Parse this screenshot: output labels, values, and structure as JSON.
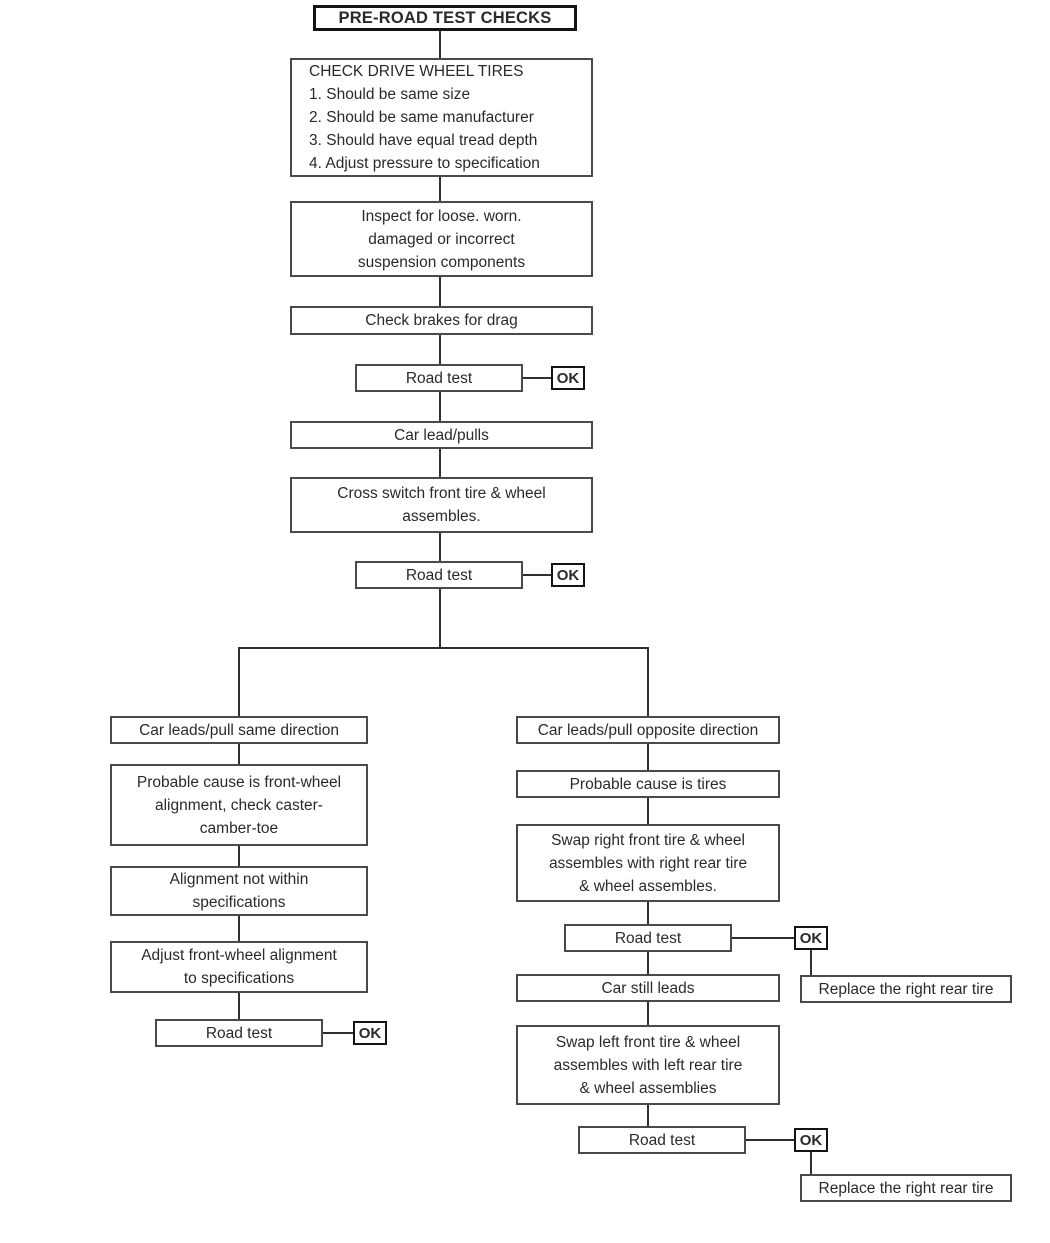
{
  "flowchart": {
    "title": "PRE-ROAD TEST CHECKS",
    "colors": {
      "background": "#ffffff",
      "line": "#2f2f2f",
      "box_border": "#4a4a4a",
      "emphasis_border": "#141414",
      "text": "#2a2a2a"
    },
    "nodes": {
      "check_tires": "CHECK DRIVE WHEEL TIRES\n1. Should be same size\n2. Should be same manufacturer\n3. Should have equal tread depth\n4. Adjust pressure to specification",
      "inspect_suspension": "Inspect for loose. worn.\ndamaged or incorrect\nsuspension components",
      "check_brakes": "Check brakes for drag",
      "road_test_1": "Road test",
      "ok_1": "OK",
      "car_lead_pulls": "Car lead/pulls",
      "cross_switch": "Cross switch front tire & wheel\nassembles.",
      "road_test_2": "Road test",
      "ok_2": "OK",
      "leads_same_direction": "Car leads/pull same direction",
      "probable_front_wheel": "Probable cause is front-wheel\nalignment, check caster-\ncamber-toe",
      "alignment_not_within": "Alignment not within\nspecifications",
      "adjust_alignment": "Adjust front-wheel alignment\nto specifications",
      "road_test_3": "Road test",
      "ok_3": "OK",
      "leads_opposite_direction": "Car leads/pull opposite direction",
      "probable_tires": "Probable cause is tires",
      "swap_right_front": "Swap right front tire & wheel\nassembles with right rear tire\n& wheel assembles.",
      "road_test_4": "Road test",
      "ok_4": "OK",
      "car_still_leads": "Car still leads",
      "replace_right_rear_1": "Replace the right rear tire",
      "swap_left_front": "Swap left front tire & wheel\nassembles with left rear tire\n& wheel assemblies",
      "road_test_5": "Road test",
      "ok_5": "OK",
      "replace_right_rear_2": "Replace the right rear tire"
    }
  }
}
